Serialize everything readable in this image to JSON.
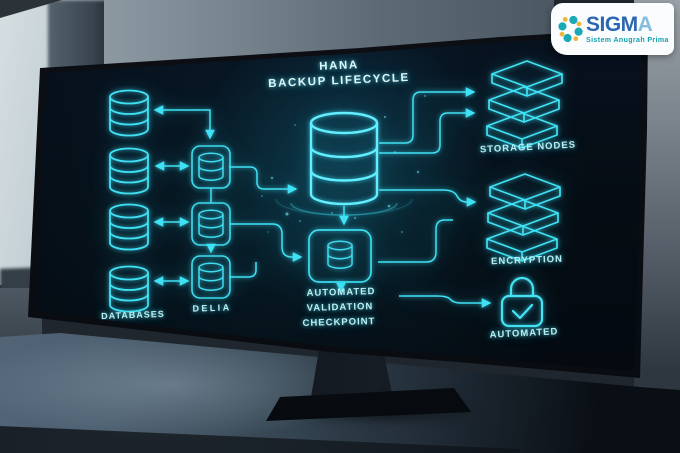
{
  "logo": {
    "brand_main": "SIGM",
    "brand_accent": "A",
    "tagline": "Sistem Anugrah Prima"
  },
  "screen": {
    "title": {
      "line1": "HANA",
      "line2": "BACKUP LIFECYCLE"
    },
    "labels": {
      "databases": "DATABASES",
      "delta": "DELIA",
      "checkpoint1": "AUTOMATED",
      "checkpoint2": "VALIDATION",
      "checkpoint3": "CHECKPOINT",
      "storage": "STORAGE NODES",
      "encryption": "ENCRYPTION",
      "automated": "AUTOMATED"
    }
  },
  "diagram": {
    "type": "flow",
    "title": "HANA BACKUP LIFECYCLE",
    "nodes": [
      {
        "id": "databases",
        "label": "DATABASES",
        "icon": "database-cylinder-icon",
        "count": 4
      },
      {
        "id": "delta",
        "label": "DELIA",
        "icon": "database-box-icon",
        "count": 3
      },
      {
        "id": "hana-core",
        "label": "",
        "icon": "database-cylinder-large-icon",
        "count": 1
      },
      {
        "id": "checkpoint",
        "label": "AUTOMATED VALIDATION CHECKPOINT",
        "icon": "database-box-icon",
        "count": 1
      },
      {
        "id": "storage-nodes",
        "label": "STORAGE NODES",
        "icon": "storage-stack-icon",
        "count": 3
      },
      {
        "id": "encryption",
        "label": "ENCRYPTION",
        "icon": "storage-stack-icon",
        "count": 3
      },
      {
        "id": "automated",
        "label": "AUTOMATED",
        "icon": "lock-check-icon",
        "count": 1
      }
    ],
    "edges": [
      {
        "from": "databases",
        "to": "delta",
        "style": "bidirectional"
      },
      {
        "from": "delta",
        "to": "hana-core",
        "style": "arrow"
      },
      {
        "from": "delta",
        "to": "checkpoint",
        "style": "arrow"
      },
      {
        "from": "hana-core",
        "to": "checkpoint",
        "style": "arrow"
      },
      {
        "from": "hana-core",
        "to": "storage-nodes",
        "style": "arrow-double"
      },
      {
        "from": "hana-core",
        "to": "encryption",
        "style": "arrow"
      },
      {
        "from": "checkpoint",
        "to": "automated",
        "style": "arrow"
      }
    ]
  },
  "colors": {
    "diagram_line": "#3fe2f4",
    "diagram_core": "#62eeff",
    "diagram_label": "#b6f0f6",
    "screen_bg": "#050c13",
    "logo_blue": "#2a67b2",
    "logo_accent_blue": "#85bce4",
    "logo_teal": "#12a0ac",
    "logo_yellow": "#f0b43a"
  }
}
